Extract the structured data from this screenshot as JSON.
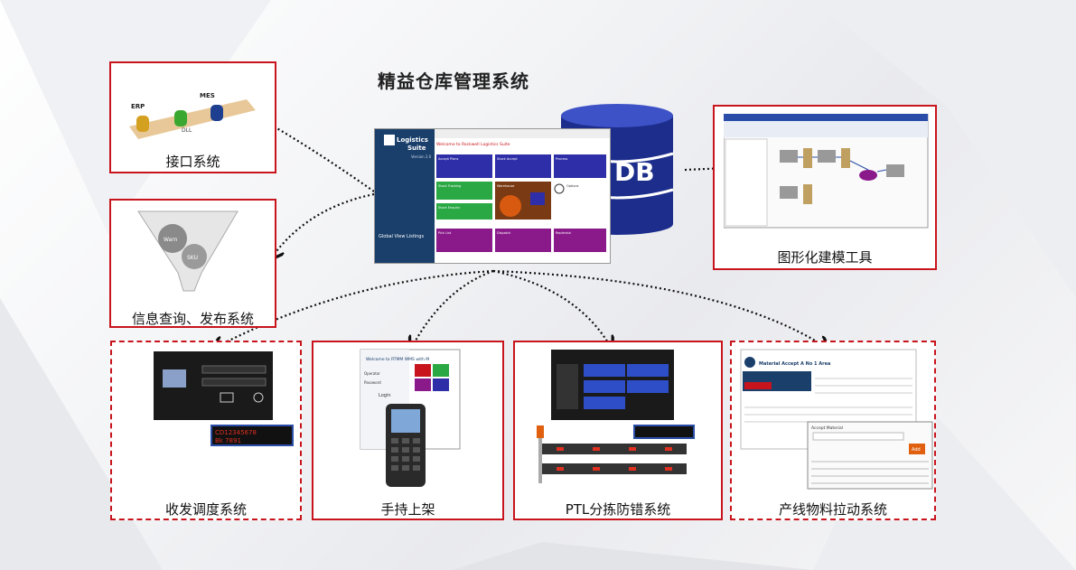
{
  "title": "精益仓库管理系统",
  "center": {
    "brand_line1": "Logistics",
    "brand_line2": "Suite",
    "version": "Version 2.0",
    "welcome": "Welcome to Rockwell Logistics Suite",
    "side_heading": "Global View Listings",
    "tiles": [
      "Accept Plans",
      "Stock Accept",
      "Process",
      "Stock Tracking",
      "Warehouse",
      "Options",
      "Stock Enquiry",
      "Pick List",
      "Dispatch",
      "Replenish"
    ],
    "db_label": "DB"
  },
  "boxes": {
    "interface": {
      "caption": "接口系统",
      "tag_erp": "ERP",
      "tag_mes": "MES",
      "tag_dll": "DLL"
    },
    "info": {
      "caption": "信息查询、发布系统",
      "ball1": "Warn",
      "ball2": "SKU"
    },
    "modeling": {
      "caption": "图形化建模工具"
    },
    "dispatch": {
      "caption": "收发调度系统",
      "led_line1": "CD12345678",
      "led_line2": "Bk 7891"
    },
    "handheld": {
      "caption": "手持上架",
      "login_title": "Welcome to RTMM WMS with M",
      "login_btn": "Login",
      "field1": "Operator",
      "field2": "Password"
    },
    "ptl": {
      "caption": "PTL分拣防错系统"
    },
    "line": {
      "caption": "产线物料拉动系统",
      "header": "Material Accept A No 1 Area",
      "dialog_title": "Accept Material",
      "add_btn": "Add"
    }
  },
  "colors": {
    "accent": "#c8141c",
    "navy": "#1a3f6b",
    "db": "#1c2d8c",
    "tile_blue": "#2e2ea8",
    "tile_green": "#2aa844",
    "tile_purple": "#8a1a8a"
  }
}
